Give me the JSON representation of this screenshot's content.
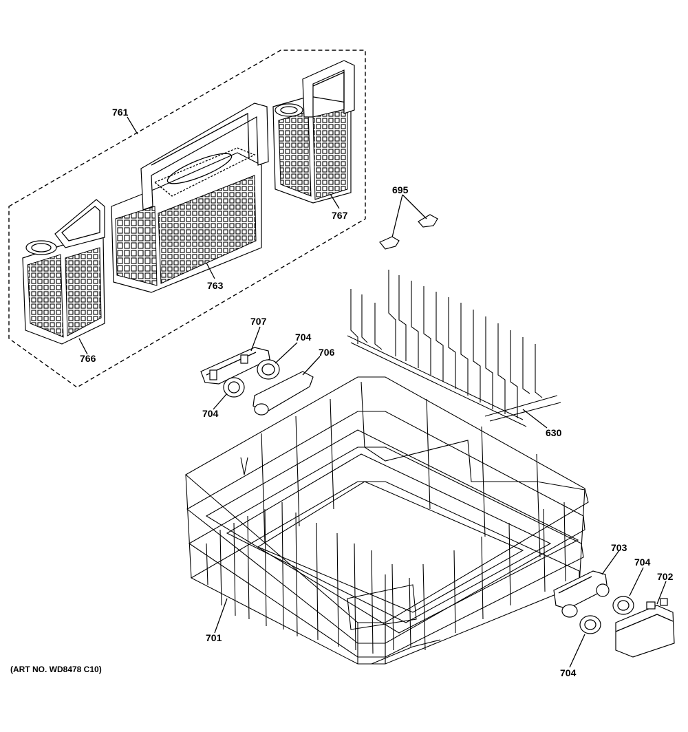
{
  "labels": {
    "l761": "761",
    "l767": "767",
    "l695": "695",
    "l763": "763",
    "l766": "766",
    "l707": "707",
    "l704a": "704",
    "l706": "706",
    "l704b": "704",
    "l630": "630",
    "l703": "703",
    "l704c": "704",
    "l702": "702",
    "l701": "701",
    "l704d": "704"
  },
  "caption": "(ART NO. WD8478 C10)"
}
